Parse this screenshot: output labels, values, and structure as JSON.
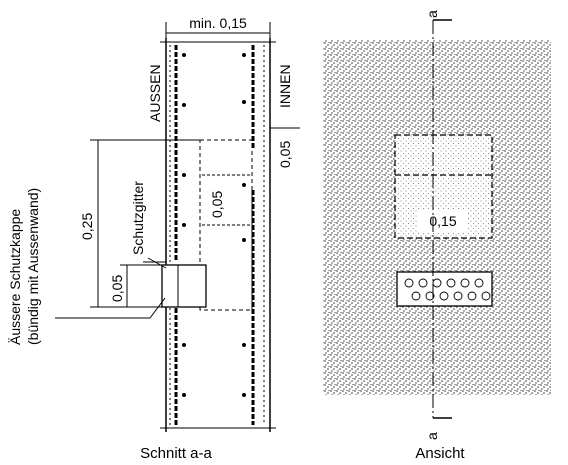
{
  "section": {
    "dimension_width": "min. 0,15",
    "label_outside": "AUSSEN",
    "label_inside": "INNEN",
    "dim_height_total": "0,25",
    "dim_opening_left": "0,05",
    "dim_opening_mid": "0,05",
    "dim_right": "0,05",
    "label_grille": "Schutzgitter",
    "label_cap_line1": "Äussere Schutzkappe",
    "label_cap_line2": "(bündig mit Aussenwand)",
    "caption": "Schnitt a-a"
  },
  "elevation": {
    "section_mark_top": "a",
    "section_mark_bottom": "a",
    "dim_opening": "0,15",
    "caption": "Ansicht"
  },
  "colors": {
    "ink": "#000000",
    "paper": "#ffffff",
    "stipple": "#3a3a3a"
  }
}
